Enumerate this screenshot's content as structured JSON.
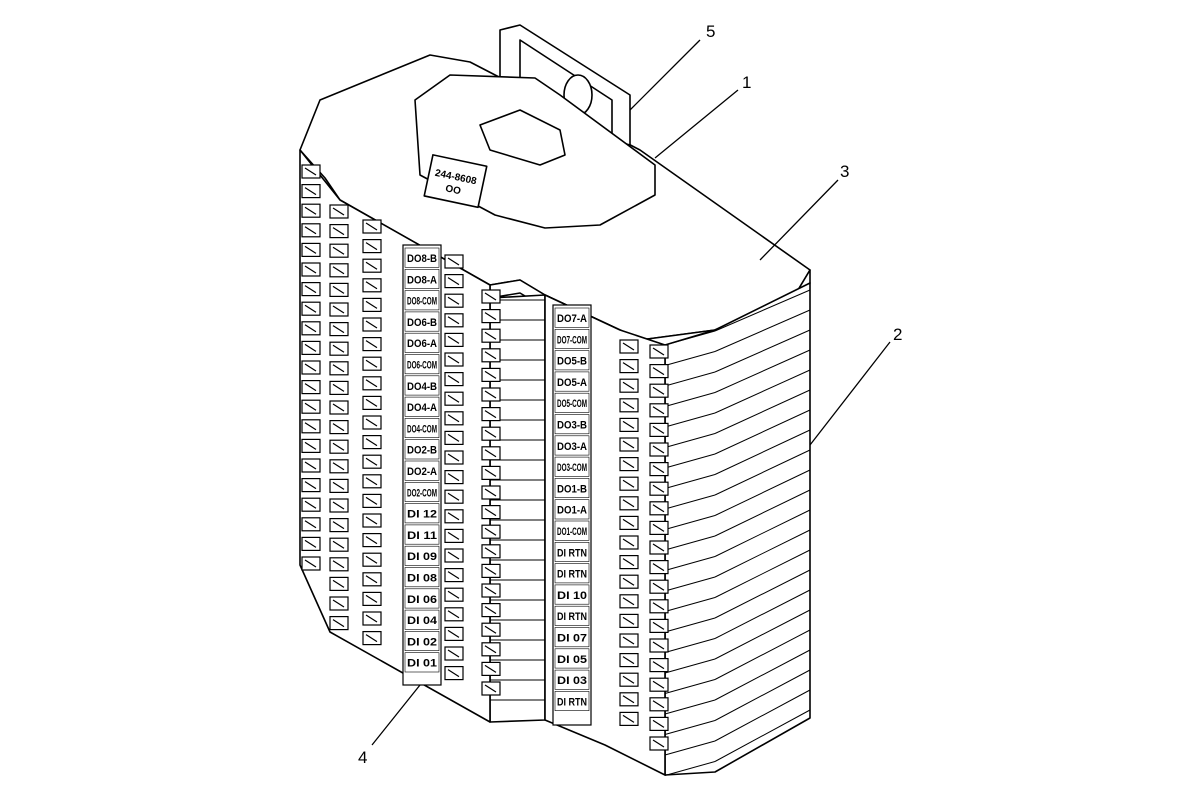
{
  "diagram": {
    "part_number_plate": {
      "text": "244-8608",
      "sub": "OO"
    },
    "callouts": [
      "1",
      "2",
      "3",
      "4",
      "5"
    ],
    "left_strip_labels": [
      "DO8-B",
      "DO8-A",
      "DO8-COM",
      "DO6-B",
      "DO6-A",
      "DO6-COM",
      "DO4-B",
      "DO4-A",
      "DO4-COM",
      "DO2-B",
      "DO2-A",
      "DO2-COM",
      "DI 12",
      "DI 11",
      "DI 09",
      "DI 08",
      "DI 06",
      "DI 04",
      "DI 02",
      "DI 01"
    ],
    "right_strip_labels": [
      "DO7-A",
      "DO7-COM",
      "DO5-B",
      "DO5-A",
      "DO5-COM",
      "DO3-B",
      "DO3-A",
      "DO3-COM",
      "DO1-B",
      "DO1-A",
      "DO1-COM",
      "DI RTN",
      "DI RTN",
      "DI 10",
      "DI RTN",
      "DI 07",
      "DI 05",
      "DI 03",
      "DI RTN"
    ]
  }
}
